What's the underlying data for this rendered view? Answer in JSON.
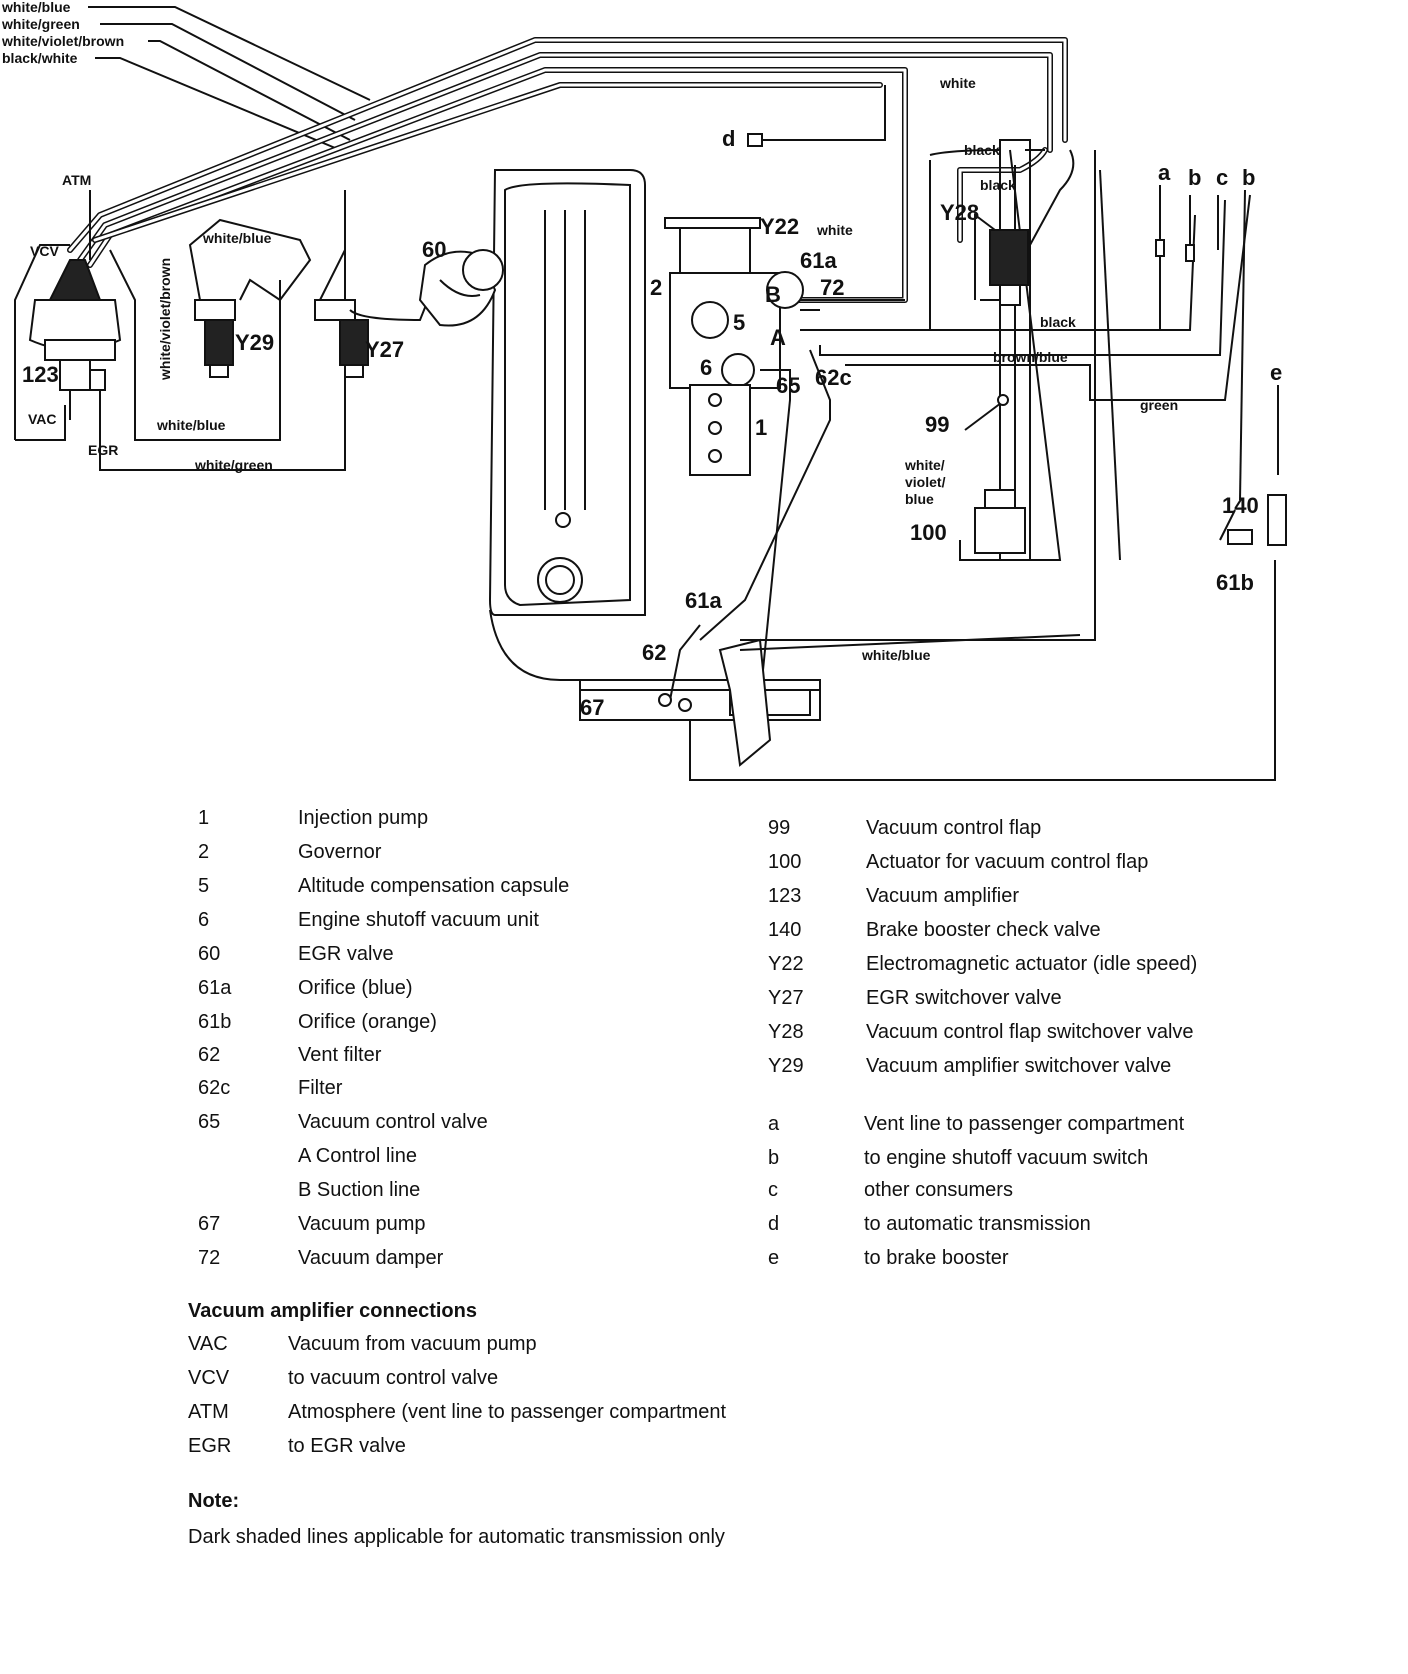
{
  "diagram": {
    "wire_labels_topleft": [
      "white/blue",
      "white/green",
      "white/violet/brown",
      "black/white"
    ],
    "line_colors": {
      "white": "white",
      "black": "black",
      "black2": "black",
      "black3": "black",
      "brown_blue": "brown/blue",
      "green": "green",
      "white_blue_bottom": "white/blue",
      "white_blue_mid": "white/blue",
      "white_blue_left": "white/blue",
      "white_green": "white/green",
      "white_violet_brown_vertical": "white/violet/brown",
      "white_y22": "white",
      "white_violet_blue": "white/\nviolet/\nblue"
    },
    "amp_labels": {
      "atm": "ATM",
      "vcv": "VCV",
      "vac": "VAC",
      "egr": "EGR"
    },
    "part_labels": {
      "p123": "123",
      "y29": "Y29",
      "y27": "Y27",
      "p60": "60",
      "y22": "Y22",
      "p61a_top": "61a",
      "p72": "72",
      "p2": "2",
      "pB": "B",
      "p5": "5",
      "pA": "A",
      "p6": "6",
      "p65": "65",
      "p62c": "62c",
      "p1": "1",
      "pd": "d",
      "y28": "Y28",
      "p99": "99",
      "p100": "100",
      "pa": "a",
      "pb1": "b",
      "pc": "c",
      "pb2": "b",
      "pe": "e",
      "p140": "140",
      "p61b": "61b",
      "p61a_bottom": "61a",
      "p62": "62",
      "p67": "67"
    }
  },
  "legend_left": [
    {
      "code": "1",
      "desc": "Injection pump"
    },
    {
      "code": "2",
      "desc": "Governor"
    },
    {
      "code": "5",
      "desc": "Altitude compensation capsule"
    },
    {
      "code": "6",
      "desc": "Engine shutoff vacuum unit"
    },
    {
      "code": "60",
      "desc": "EGR valve"
    },
    {
      "code": "61a",
      "desc": "Orifice (blue)"
    },
    {
      "code": "61b",
      "desc": "Orifice (orange)"
    },
    {
      "code": "62",
      "desc": "Vent filter"
    },
    {
      "code": "62c",
      "desc": "Filter"
    },
    {
      "code": "65",
      "desc": "Vacuum control valve"
    },
    {
      "code": "",
      "desc": "A  Control line"
    },
    {
      "code": "",
      "desc": "B  Suction line"
    },
    {
      "code": "67",
      "desc": "Vacuum pump"
    },
    {
      "code": "72",
      "desc": "Vacuum damper"
    }
  ],
  "legend_right": [
    {
      "code": "99",
      "desc": "Vacuum control flap"
    },
    {
      "code": "100",
      "desc": "Actuator for vacuum control flap"
    },
    {
      "code": "123",
      "desc": "Vacuum amplifier"
    },
    {
      "code": "140",
      "desc": "Brake booster check valve"
    },
    {
      "code": "Y22",
      "desc": "Electromagnetic actuator (idle speed)"
    },
    {
      "code": "Y27",
      "desc": "EGR switchover valve"
    },
    {
      "code": "Y28",
      "desc": "Vacuum control flap switchover valve"
    },
    {
      "code": "Y29",
      "desc": "Vacuum amplifier switchover valve"
    }
  ],
  "legend_letters": [
    {
      "code": "a",
      "desc": "Vent line to passenger compartment"
    },
    {
      "code": "b",
      "desc": "to engine shutoff vacuum switch"
    },
    {
      "code": "c",
      "desc": "other consumers"
    },
    {
      "code": "d",
      "desc": "to automatic transmission"
    },
    {
      "code": "e",
      "desc": "to brake booster"
    }
  ],
  "amp_connections": {
    "title": "Vacuum amplifier connections",
    "items": [
      {
        "code": "VAC",
        "desc": "Vacuum from vacuum pump"
      },
      {
        "code": "VCV",
        "desc": "to vacuum control valve"
      },
      {
        "code": "ATM",
        "desc": "Atmosphere (vent line to passenger compartment"
      },
      {
        "code": "EGR",
        "desc": "to EGR valve"
      }
    ]
  },
  "note": {
    "title": "Note:",
    "text": "Dark shaded lines applicable for automatic transmission only"
  }
}
